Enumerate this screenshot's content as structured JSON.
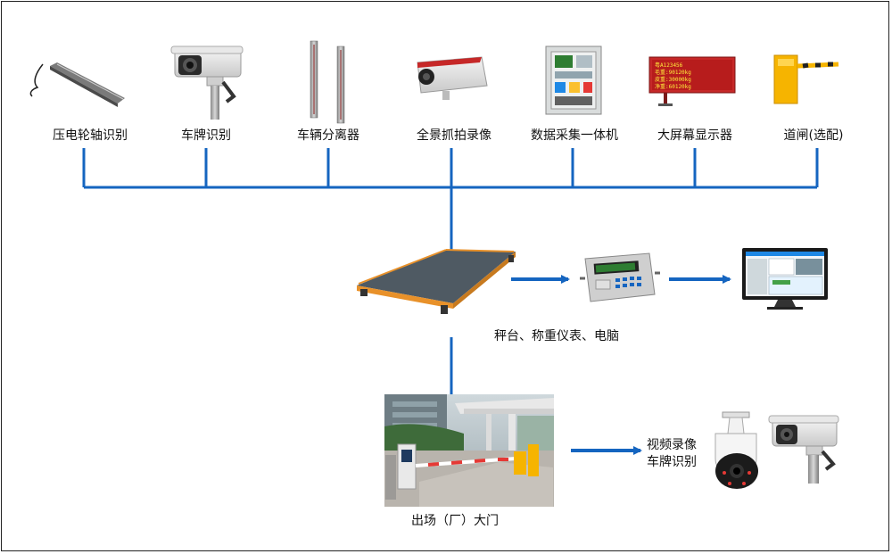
{
  "devices": [
    {
      "label": "压电轮轴识别",
      "icon": "axle-sensor-icon"
    },
    {
      "label": "车牌识别",
      "icon": "plate-camera-icon"
    },
    {
      "label": "车辆分离器",
      "icon": "light-curtain-icon"
    },
    {
      "label": "全景抓拍录像",
      "icon": "panorama-camera-icon"
    },
    {
      "label": "数据采集一体机",
      "icon": "data-cabinet-icon"
    },
    {
      "label": "大屏幕显示器",
      "icon": "led-display-icon"
    },
    {
      "label": "道闸(选配)",
      "icon": "barrier-gate-icon"
    }
  ],
  "scale": {
    "label": "秤台、称重仪表、电脑"
  },
  "gate": {
    "label": "出场（厂）大门"
  },
  "video": {
    "line1": "视频录像",
    "line2": "车牌识别"
  },
  "led_text": [
    "粤A123456",
    "毛重:90120kg",
    "皮重:30000kg",
    "净重:60120kg"
  ],
  "colors": {
    "line": "#1565c0",
    "orange": "#e8912a"
  }
}
